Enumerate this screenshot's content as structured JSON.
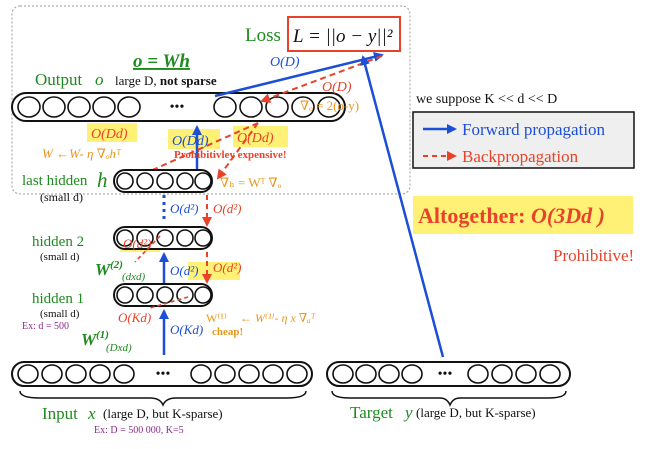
{
  "colors": {
    "forward": "#1c4fd6",
    "backward": "#e8432a",
    "label": "#1f8a1f",
    "highlight": "#fff176",
    "cost_note": "#e8961c",
    "example": "#8a2b8a"
  },
  "loss": {
    "label": "Loss",
    "formula": "L = ||o − y||²"
  },
  "output": {
    "equation": "o = Wh",
    "label": "Output",
    "var": "o",
    "desc_prefix": "large D, ",
    "desc_bold": "not sparse"
  },
  "costs": {
    "forward_loss": "O(D)",
    "backward_loss": "O(D)",
    "grad_o": "∇ₒ = 2(o-y)",
    "out_dd_left": "O(Dd)",
    "out_dd_mid": "O(Dd)",
    "out_dd_right": "O(Dd)",
    "weight_update": "W ←W- η ∇ₒhᵀ",
    "prohibitively": "Prohibitivley expensive!",
    "grad_h": "∇ₕ = Wᵀ ∇ₒ",
    "d2_fwd": "O(d²)",
    "d2_back": "O(d²)",
    "h2_back": "O(d²)",
    "h2_fwd": "O(d²)",
    "h2_back_right": "O(d²)",
    "kd_back": "O(Kd)",
    "kd_fwd": "O(Kd)",
    "w1_update": "← W⁽¹⁾- η x ∇ₐᵀ",
    "w1_upd_sym": "W⁽¹⁾",
    "cheap": "cheap!"
  },
  "layers": {
    "last_hidden": {
      "label": "last hidden",
      "var": "h",
      "sub": "(small d)"
    },
    "hidden2": {
      "label": "hidden 2",
      "sub": "(small d)"
    },
    "hidden1": {
      "label": "hidden 1",
      "sub": "(small d)",
      "example": "Ex: d = 500"
    },
    "w2": {
      "sym": "W",
      "sup": "(2)",
      "dims": "(dxd)"
    },
    "w1": {
      "sym": "W",
      "sup": "(1)",
      "dims": "(Dxd)"
    },
    "input": {
      "label": "Input",
      "var": "x",
      "desc": "(large D, but K-sparse)",
      "example": "Ex: D = 500 000, K=5"
    },
    "target": {
      "label": "Target",
      "var": "y",
      "desc": "(large D, but K-sparse)"
    }
  },
  "legend": {
    "assumption": "we suppose K << d << D",
    "forward": "Forward propagation",
    "backward": "Backpropagation"
  },
  "summary": {
    "prefix": "Altogether: ",
    "complexity": "O(3Dd )",
    "note": "Prohibitive!"
  },
  "ellipsis": "•••"
}
